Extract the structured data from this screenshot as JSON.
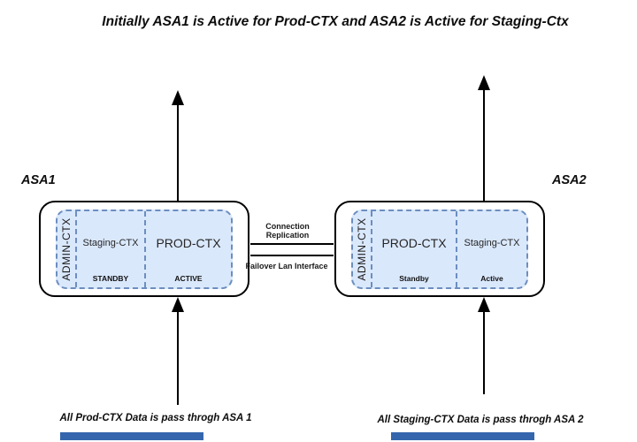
{
  "diagram": {
    "title": "Initially ASA1 is Active for Prod-CTX and ASA2 is Active for Staging-Ctx"
  },
  "asa1": {
    "label": "ASA1",
    "admin_context": "ADMIN-CTX",
    "contexts": [
      {
        "name": "Staging-CTX",
        "state": "STANDBY"
      },
      {
        "name": "PROD-CTX",
        "state": "ACTIVE"
      }
    ],
    "caption": "All Prod-CTX Data is pass throgh ASA 1"
  },
  "asa2": {
    "label": "ASA2",
    "admin_context": "ADMIN-CTX",
    "contexts": [
      {
        "name": "PROD-CTX",
        "state": "Standby"
      },
      {
        "name": "Staging-CTX",
        "state": "Active"
      }
    ],
    "caption": "All Staging-CTX Data is pass throgh ASA 2"
  },
  "failover_link": {
    "label_line1": "Connection",
    "label_line2": "Replication",
    "label_bottom": "Failover Lan Interface"
  },
  "colors": {
    "context_fill": "#dae8fc",
    "context_border": "#6c8ebf",
    "diagram_line": "#000000",
    "caption_bar": "#3566ad"
  }
}
